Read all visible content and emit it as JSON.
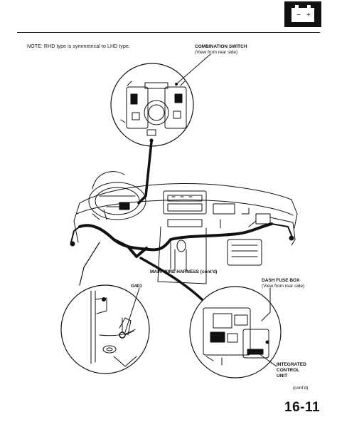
{
  "header": {
    "icon": "battery-icon",
    "battery_minus": "−",
    "battery_plus": "+"
  },
  "note": "NOTE: RHD type is symmetrical to LHD type.",
  "callouts": {
    "combination_switch": {
      "title": "COMBINATION SWITCH",
      "sub": "(View from rear side)"
    },
    "main_wire_harness": "MAIN WIRE HARNESS (cont'd)",
    "g401": "G401",
    "dash_fuse_box": {
      "title": "DASH FUSE BOX",
      "sub": "(View from rear side)"
    },
    "integrated_control_unit": {
      "line1": "INTEGRATED",
      "line2": "CONTROL",
      "line3": "UNIT"
    }
  },
  "footer": {
    "contd": "(cont'd)",
    "page_number": "16-11"
  }
}
